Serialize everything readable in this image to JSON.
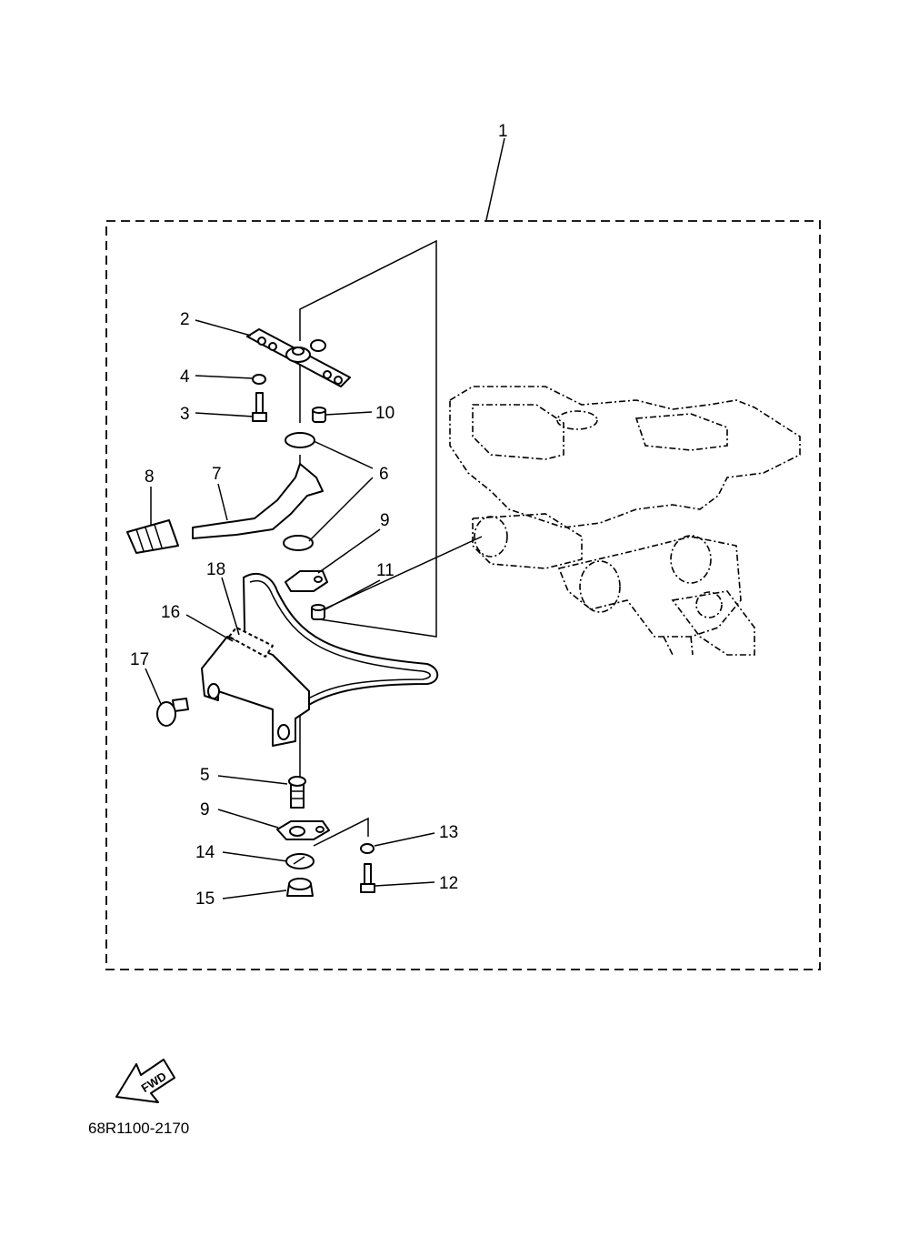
{
  "diagram": {
    "callouts": [
      "1",
      "2",
      "4",
      "3",
      "10",
      "6",
      "8",
      "7",
      "9",
      "11",
      "18",
      "16",
      "17",
      "5",
      "9",
      "13",
      "14",
      "12",
      "15"
    ],
    "fwd_label": "FWD",
    "part_code": "68R1100-2170"
  }
}
